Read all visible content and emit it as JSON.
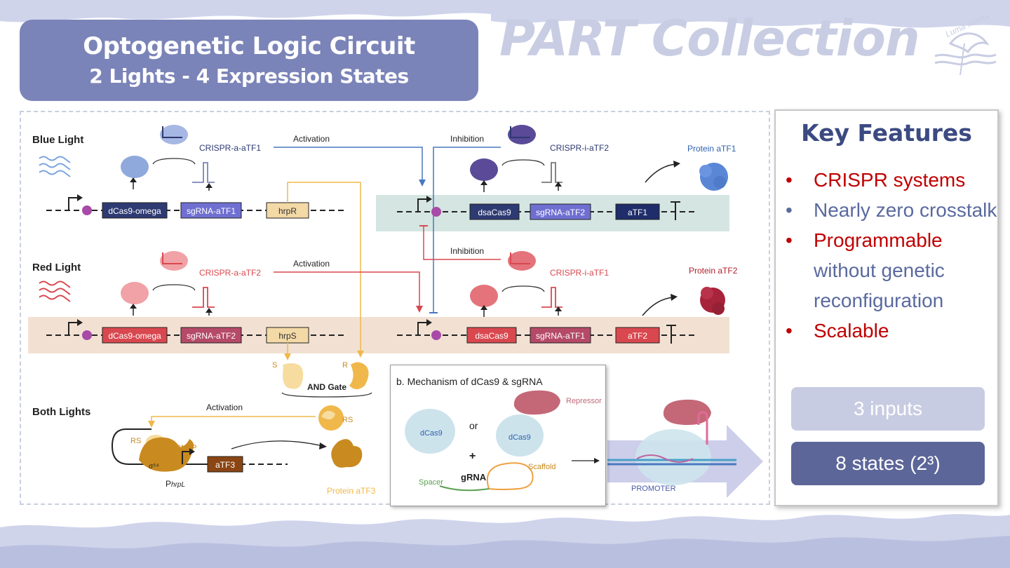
{
  "header": {
    "title_line1": "Optogenetic Logic Circuit",
    "title_line2": "2 Lights - 4 Expression States",
    "collection": "PART Collection",
    "brand": "Luma Manta"
  },
  "diagram": {
    "blue_light": "Blue Light",
    "red_light": "Red Light",
    "both_lights": "Both Lights",
    "activation": "Activation",
    "inhibition": "Inhibition",
    "crispr_a_atf1": "CRISPR-a-aTF1",
    "crispr_a_atf2": "CRISPR-a-aTF2",
    "crispr_i_atf2": "CRISPR-i-aTF2",
    "crispr_i_atf1": "CRISPR-i-aTF1",
    "dcas9_omega": "dCas9-omega",
    "sgrna_atf1": "sgRNA-aTF1",
    "sgrna_atf2": "sgRNA-aTF2",
    "hrpr": "hrpR",
    "hrps": "hrpS",
    "dsacas9": "dsaCas9",
    "atf1": "aTF1",
    "atf2": "aTF2",
    "atf3": "aTF3",
    "protein_atf1": "Protein aTF1",
    "protein_atf2": "Protein aTF2",
    "protein_atf3": "Protein aTF3",
    "s_label": "S",
    "r_label": "R",
    "and_gate": "AND Gate",
    "rs_label": "RS",
    "rnap": "RNAP",
    "sigma": "σ⁵⁴",
    "phrpl_p": "P",
    "phrpl_sub": "hrpL"
  },
  "inset": {
    "title": "b. Mechanism of dCas9 & sgRNA",
    "dcas9": "dCas9",
    "or": "or",
    "repressor": "Repressor",
    "plus": "+",
    "grna": "gRNA",
    "scaffold": "Scaffold",
    "spacer": "Spacer",
    "promoter": "PROMOTER"
  },
  "key_features": {
    "title": "Key Features",
    "bullet": "•",
    "items": [
      {
        "text": "CRISPR systems"
      },
      {
        "text": "Nearly zero crosstalk"
      },
      {
        "text": "Programmable"
      },
      {
        "text": "without genetic reconfiguration"
      },
      {
        "text": "Scalable"
      }
    ],
    "inputs": "3 inputs",
    "states": "8 states (2³)"
  },
  "colors": {
    "accent_blue": "#3c4a82",
    "title_box": "#7b84b8",
    "red_text": "#c00000",
    "blue_gene": "#2e3a72",
    "red_gene": "#d9484f",
    "yellow_gene": "#f3d9a6",
    "orange_gene": "#8b4513"
  }
}
